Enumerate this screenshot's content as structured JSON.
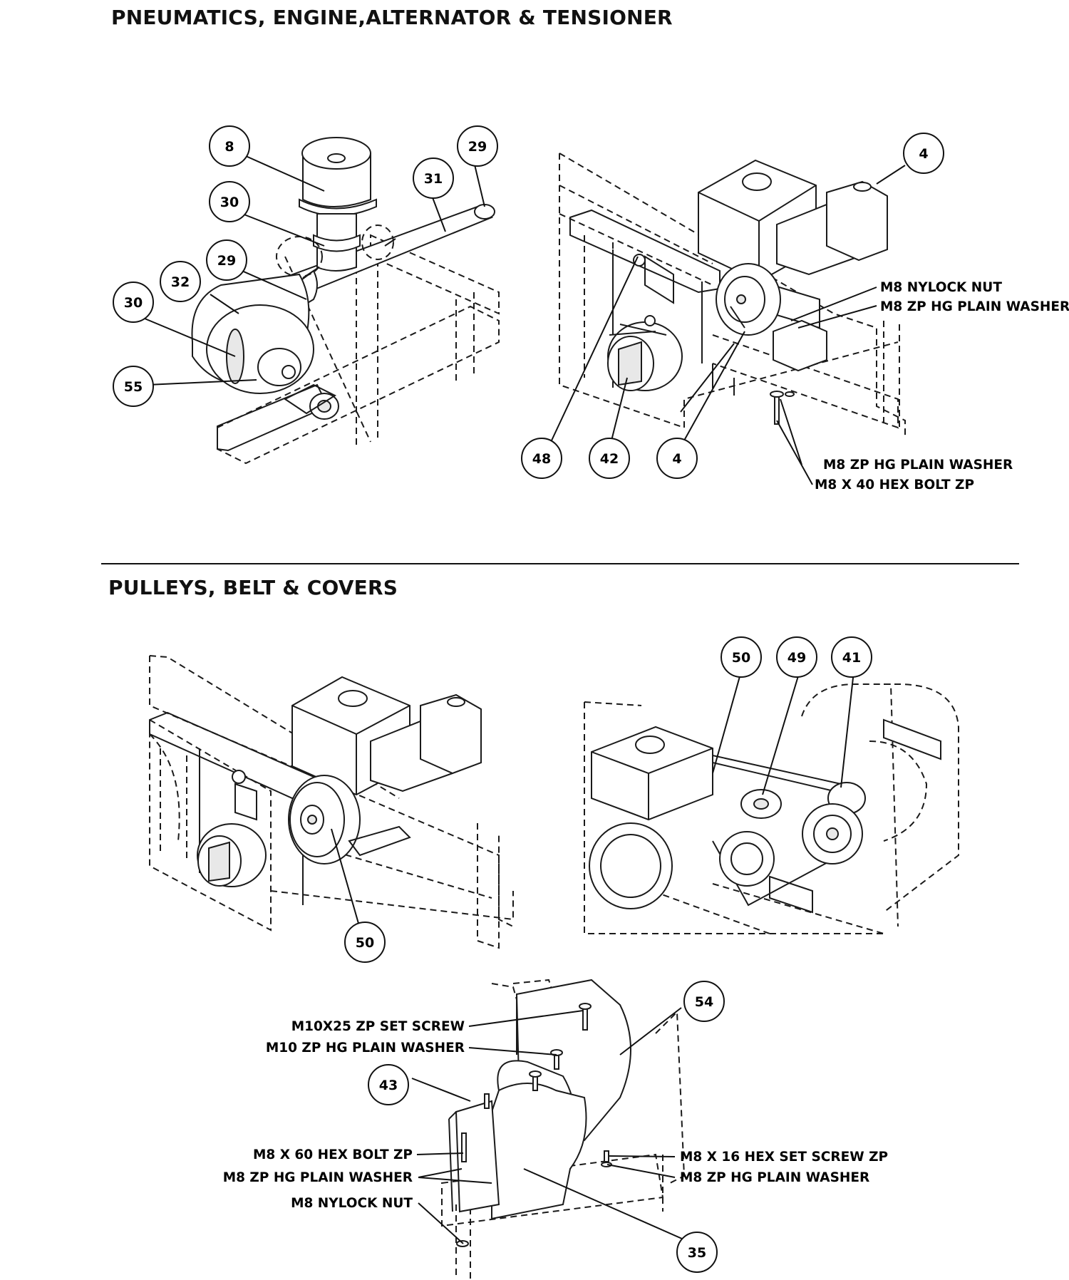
{
  "sections": {
    "top_title": "PNEUMATICS, ENGINE,ALTERNATOR & TENSIONER",
    "bottom_title": "PULLEYS, BELT & COVERS"
  },
  "callouts": [
    "8",
    "29",
    "31",
    "30",
    "29",
    "32",
    "30",
    "55",
    "4",
    "48",
    "42",
    "4",
    "50",
    "49",
    "41",
    "50",
    "54",
    "43",
    "35"
  ],
  "labels": [
    "M8 NYLOCK NUT",
    "M8 ZP HG PLAIN WASHER",
    "M8 ZP HG PLAIN WASHER",
    "M8 X 40 HEX BOLT ZP",
    "M10X25 ZP SET SCREW",
    "M10 ZP HG PLAIN WASHER",
    "M8 X 60 HEX BOLT ZP",
    "M8 ZP HG PLAIN WASHER",
    "M8 NYLOCK NUT",
    "M8 X 16 HEX SET SCREW ZP",
    "M8 ZP HG PLAIN WASHER"
  ],
  "icons": {
    "view_1": "air-filter-blower-icon",
    "view_2": "engine-alternator-icon",
    "view_3": "engine-pulley-icon",
    "view_4": "belt-drive-icon",
    "view_5": "belt-cover-icon"
  }
}
